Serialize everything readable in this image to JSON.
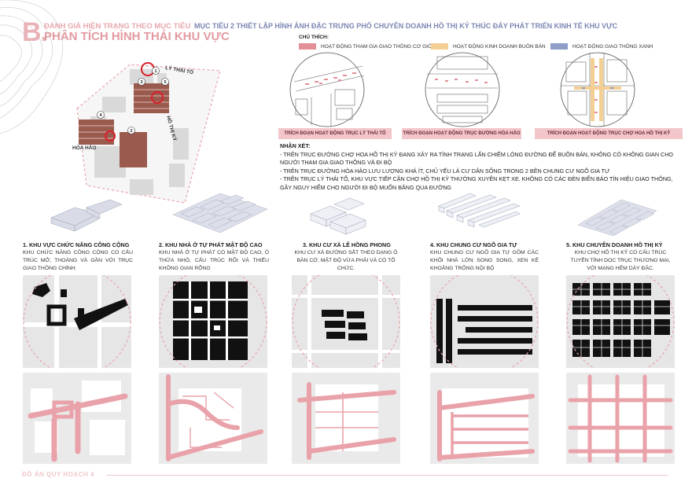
{
  "header": {
    "letter": "B.",
    "sub_title": "ĐÁNH GIÁ HIỆN TRẠNG THEO MỤC TIÊU",
    "main_title": "PHÂN TÍCH HÌNH THÁI KHU VỰC",
    "goal": "MỤC TIÊU 2 THIẾT LẬP HÌNH ẢNH ĐẶC TRƯNG PHỐ CHUYÊN DOANH HỒ THỊ KỶ THÚC ĐẨY PHÁT TRIỂN KINH TẾ KHU VỰC"
  },
  "site_map": {
    "street_ly_thai_to": "LÝ THÁI TỔ",
    "street_ho_thi_ky": "HỒ THỊ KỶ",
    "street_hoa_hao": "HÒA HẢO",
    "zone_numbers": [
      "1",
      "2",
      "3",
      "4",
      "5"
    ]
  },
  "legend": {
    "title": "CHÚ THÍCH:",
    "items": [
      {
        "label": "HOẠT ĐỘNG THAM GIA GIAO THÔNG CƠ GIỚI",
        "color": "#e38f98"
      },
      {
        "label": "HOẠT ĐỘNG KINH DOANH BUÔN BÁN",
        "color": "#f4cf94"
      },
      {
        "label": "HOẠT ĐỘNG GIAO THÔNG XANH",
        "color": "#8e9ec6"
      }
    ]
  },
  "excerpts": [
    "TRÍCH ĐOẠN HOẠT ĐỘNG TRỤC LÝ THÁI TỔ",
    "TRÍCH ĐOẠN HOẠT ĐỘNG TRỤC ĐƯỜNG HÒA HẢO",
    "TRÍCH ĐOẠN HOẠT ĐỘNG TRỤC CHỢ HOA HỒ THỊ KỶ"
  ],
  "comments": {
    "title": "NHẬN XÉT:",
    "lines": [
      "- TRÊN TRỤC ĐƯỜNG CHỢ HOA HỒ THỊ KỶ ĐANG XẢY RA TÌNH TRẠNG LẤN CHIẾM LÒNG ĐƯỜNG ĐỂ BUÔN BÁN, KHÔNG CÓ KHÔNG GIAN CHO NGƯỜI THAM GIA GIAO THÔNG VÀ ĐI BỘ",
      "- TRÊN TRỤC ĐƯỜNG HÒA HẢO LƯU LƯỢNG KHÁ ÍT, CHỦ YẾU LÀ CƯ DÂN SỐNG TRONG 2 BÊN CHUNG CƯ NGÕ GIA TỰ",
      "- TRÊN TRỤC LÝ THÁI TỔ, KHU VỰC TIẾP CẬN CHỢ HỒ THỊ KỶ THƯỜNG XUYÊN KẸT XE. KHÔNG CÓ CÁC ĐÈN BIỂN BÁO TÍN HIỆU GIAO THÔNG, GÂY NGUY HIỂM CHO NGƯỜI ĐI BỘ MUỐN BĂNG QUA ĐƯỜNG"
    ]
  },
  "zones": [
    {
      "title": "1. KHU VỰC CHỨC NĂNG CÔNG CỘNG",
      "desc": "KHU CHỨC NĂNG CÔNG CỘNG CÓ CẤU TRÚC MỞ, THOÁNG VÀ GẦN VỚI TRỤC GIAO THÔNG CHÍNH."
    },
    {
      "title": "2. KHU NHÀ Ở TỰ PHÁT MẬT ĐỘ CAO",
      "desc": "KHU NHÀ Ở TỰ PHÁT CÓ MẬT ĐỘ CAO, Ô THỬA NHỎ, CẤU TRÚC RỐI VÀ THIẾU KHÔNG GIAN RỖNG"
    },
    {
      "title": "3. KHU CƯ XÁ LÊ HỒNG PHONG",
      "desc": "KHU CƯ XÁ ĐƯỜNG SẮT THEO DẠNG Ô BÀN CỜ, MẬT ĐỘ VỪA PHẢI VÀ CÓ TỔ CHỨC."
    },
    {
      "title": "4. KHU CHUNG CƯ NGÕ GIA TỰ",
      "desc": "KHU CHUNG CƯ NGÕ GIA TỰ GỒM CÁC KHỐI NHÀ LỚN SONG SONG, XEN KẼ KHOẢNG TRỐNG NỘI BỘ"
    },
    {
      "title": "5. KHU CHUYÊN DOANH HỒ THỊ KỶ",
      "desc": "KHU CHỢ HỒ THỊ KỶ CÓ CẤU TRÚC TUYẾN TÍNH DỌC TRỤC THƯƠNG MẠI, VỚI MẠNG HẺM DÀY ĐẶC."
    }
  ],
  "footer": {
    "text": "ĐỒ ÁN QUY HOẠCH 4"
  },
  "colors": {
    "accent_pink": "#e9a2a9",
    "accent_blue": "#7c86b3",
    "building": "#111111",
    "ground": "#e6e6e6"
  }
}
